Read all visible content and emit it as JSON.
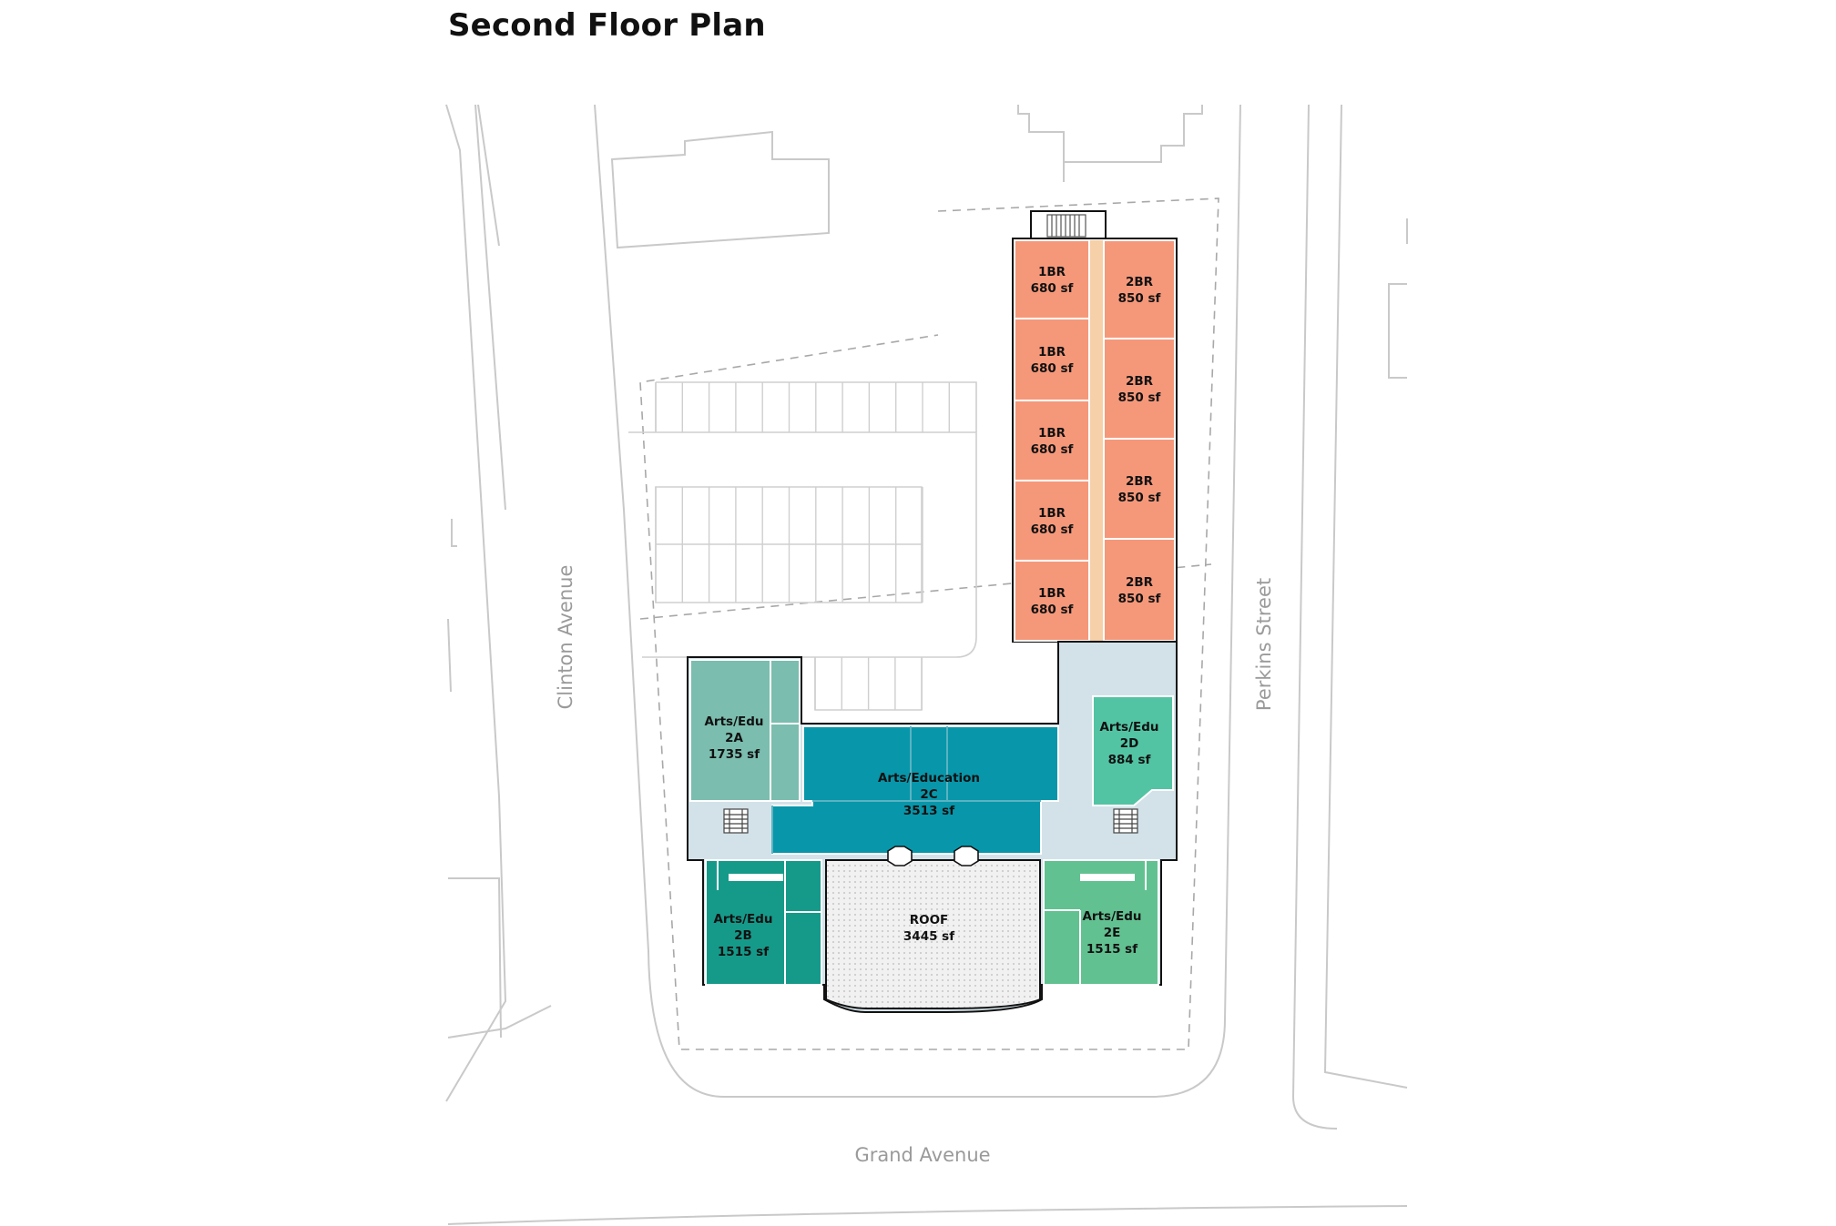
{
  "title": "Second Floor Plan",
  "streets": {
    "clinton": "Clinton Avenue",
    "perkins": "Perkins Street",
    "grand": "Grand Avenue"
  },
  "units": {
    "br1": [
      [
        "1BR",
        "680 sf"
      ],
      [
        "1BR",
        "680 sf"
      ],
      [
        "1BR",
        "680 sf"
      ],
      [
        "1BR",
        "680 sf"
      ],
      [
        "1BR",
        "680 sf"
      ]
    ],
    "br2": [
      [
        "2BR",
        "850 sf"
      ],
      [
        "2BR",
        "850 sf"
      ],
      [
        "2BR",
        "850 sf"
      ],
      [
        "2BR",
        "850 sf"
      ]
    ],
    "arts_2a": [
      "Arts/Edu",
      "2A",
      "1735 sf"
    ],
    "arts_2b": [
      "Arts/Edu",
      "2B",
      "1515 sf"
    ],
    "arts_2c": [
      "Arts/Education",
      "2C",
      "3513 sf"
    ],
    "arts_2d": [
      "Arts/Edu",
      "2D",
      "884 sf"
    ],
    "arts_2e": [
      "Arts/Edu",
      "2E",
      "1515 sf"
    ],
    "roof": [
      "ROOF",
      "3445 sf"
    ]
  },
  "colors": {
    "residential": "#f5987a",
    "arts_2a": "#7bbdaf",
    "arts_2b": "#159a8a",
    "arts_2c": "#0896aa",
    "arts_2d": "#52c4a4",
    "arts_2e": "#62c191",
    "circulation": "#d3e2e8",
    "core": "#e2e4e4"
  }
}
